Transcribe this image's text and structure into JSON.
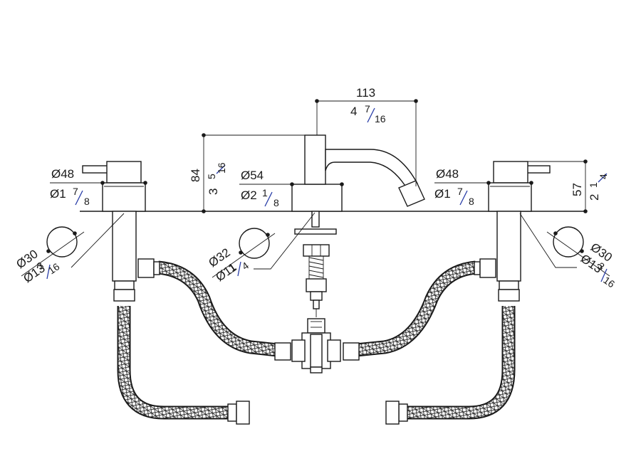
{
  "colors": {
    "ink": "#1a1a1a",
    "fraction_slash": "#2b3fa8",
    "background": "#ffffff"
  },
  "dimensions": {
    "spout_reach_mm": "113",
    "spout_reach_in_whole": "4",
    "spout_reach_in_num": "7",
    "spout_reach_in_den": "16",
    "spout_height_mm": "84",
    "spout_height_in_whole": "3",
    "spout_height_in_num": "5",
    "spout_height_in_den": "16",
    "spout_base_dia_mm": "Ø54",
    "spout_base_dia_in_whole": "Ø2",
    "spout_base_dia_in_num": "1",
    "spout_base_dia_in_den": "8",
    "left_handle_dia_mm": "Ø48",
    "left_handle_dia_in_whole": "Ø1",
    "left_handle_dia_in_num": "7",
    "left_handle_dia_in_den": "8",
    "right_handle_dia_mm": "Ø48",
    "right_handle_dia_in_whole": "Ø1",
    "right_handle_dia_in_num": "7",
    "right_handle_dia_in_den": "8",
    "handle_height_mm": "57",
    "handle_height_in_whole": "2",
    "handle_height_in_num": "1",
    "handle_height_in_den": "4",
    "left_hole_dia_mm": "Ø30",
    "left_hole_dia_in_whole": "Ø13",
    "left_hole_dia_in_num": "3",
    "left_hole_dia_in_den": "16",
    "center_hole_dia_mm": "Ø32",
    "center_hole_dia_in_whole": "Ø11",
    "center_hole_dia_in_num": "1",
    "center_hole_dia_in_den": "4",
    "right_hole_dia_mm": "Ø30",
    "right_hole_dia_in_whole": "Ø13",
    "right_hole_dia_in_num": "3",
    "right_hole_dia_in_den": "16"
  }
}
